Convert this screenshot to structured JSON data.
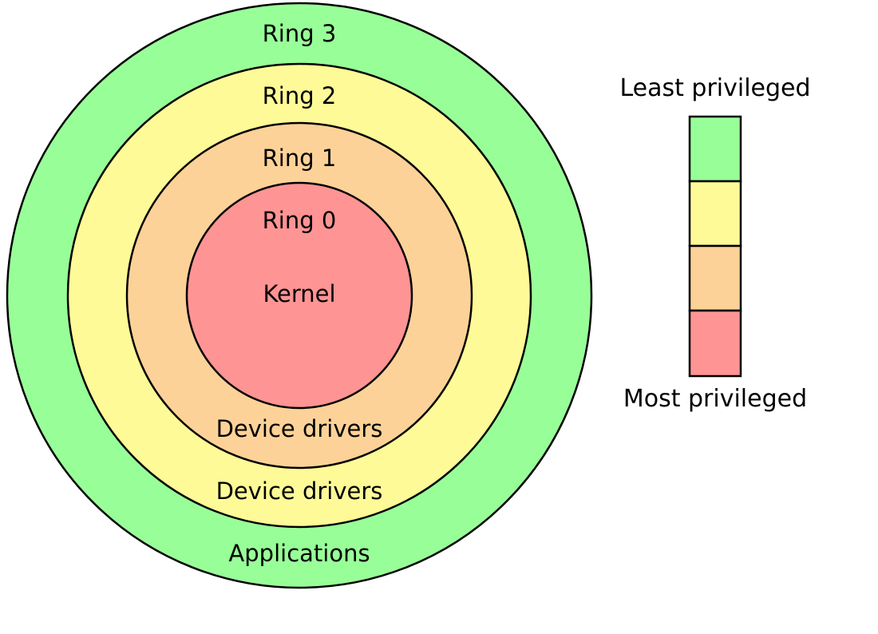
{
  "rings": [
    {
      "label": "Ring 3",
      "role": "Applications",
      "color": "#98FF98"
    },
    {
      "label": "Ring 2",
      "role": "Device drivers",
      "color": "#FFFA98"
    },
    {
      "label": "Ring 1",
      "role": "Device drivers",
      "color": "#FDD298"
    },
    {
      "label": "Ring 0",
      "role": "Kernel",
      "color": "#FF9494"
    }
  ],
  "scale": {
    "top_label": "Least privileged",
    "bottom_label": "Most privileged",
    "colors": [
      "#98FF98",
      "#FFFA98",
      "#FDD298",
      "#FF9494"
    ]
  }
}
